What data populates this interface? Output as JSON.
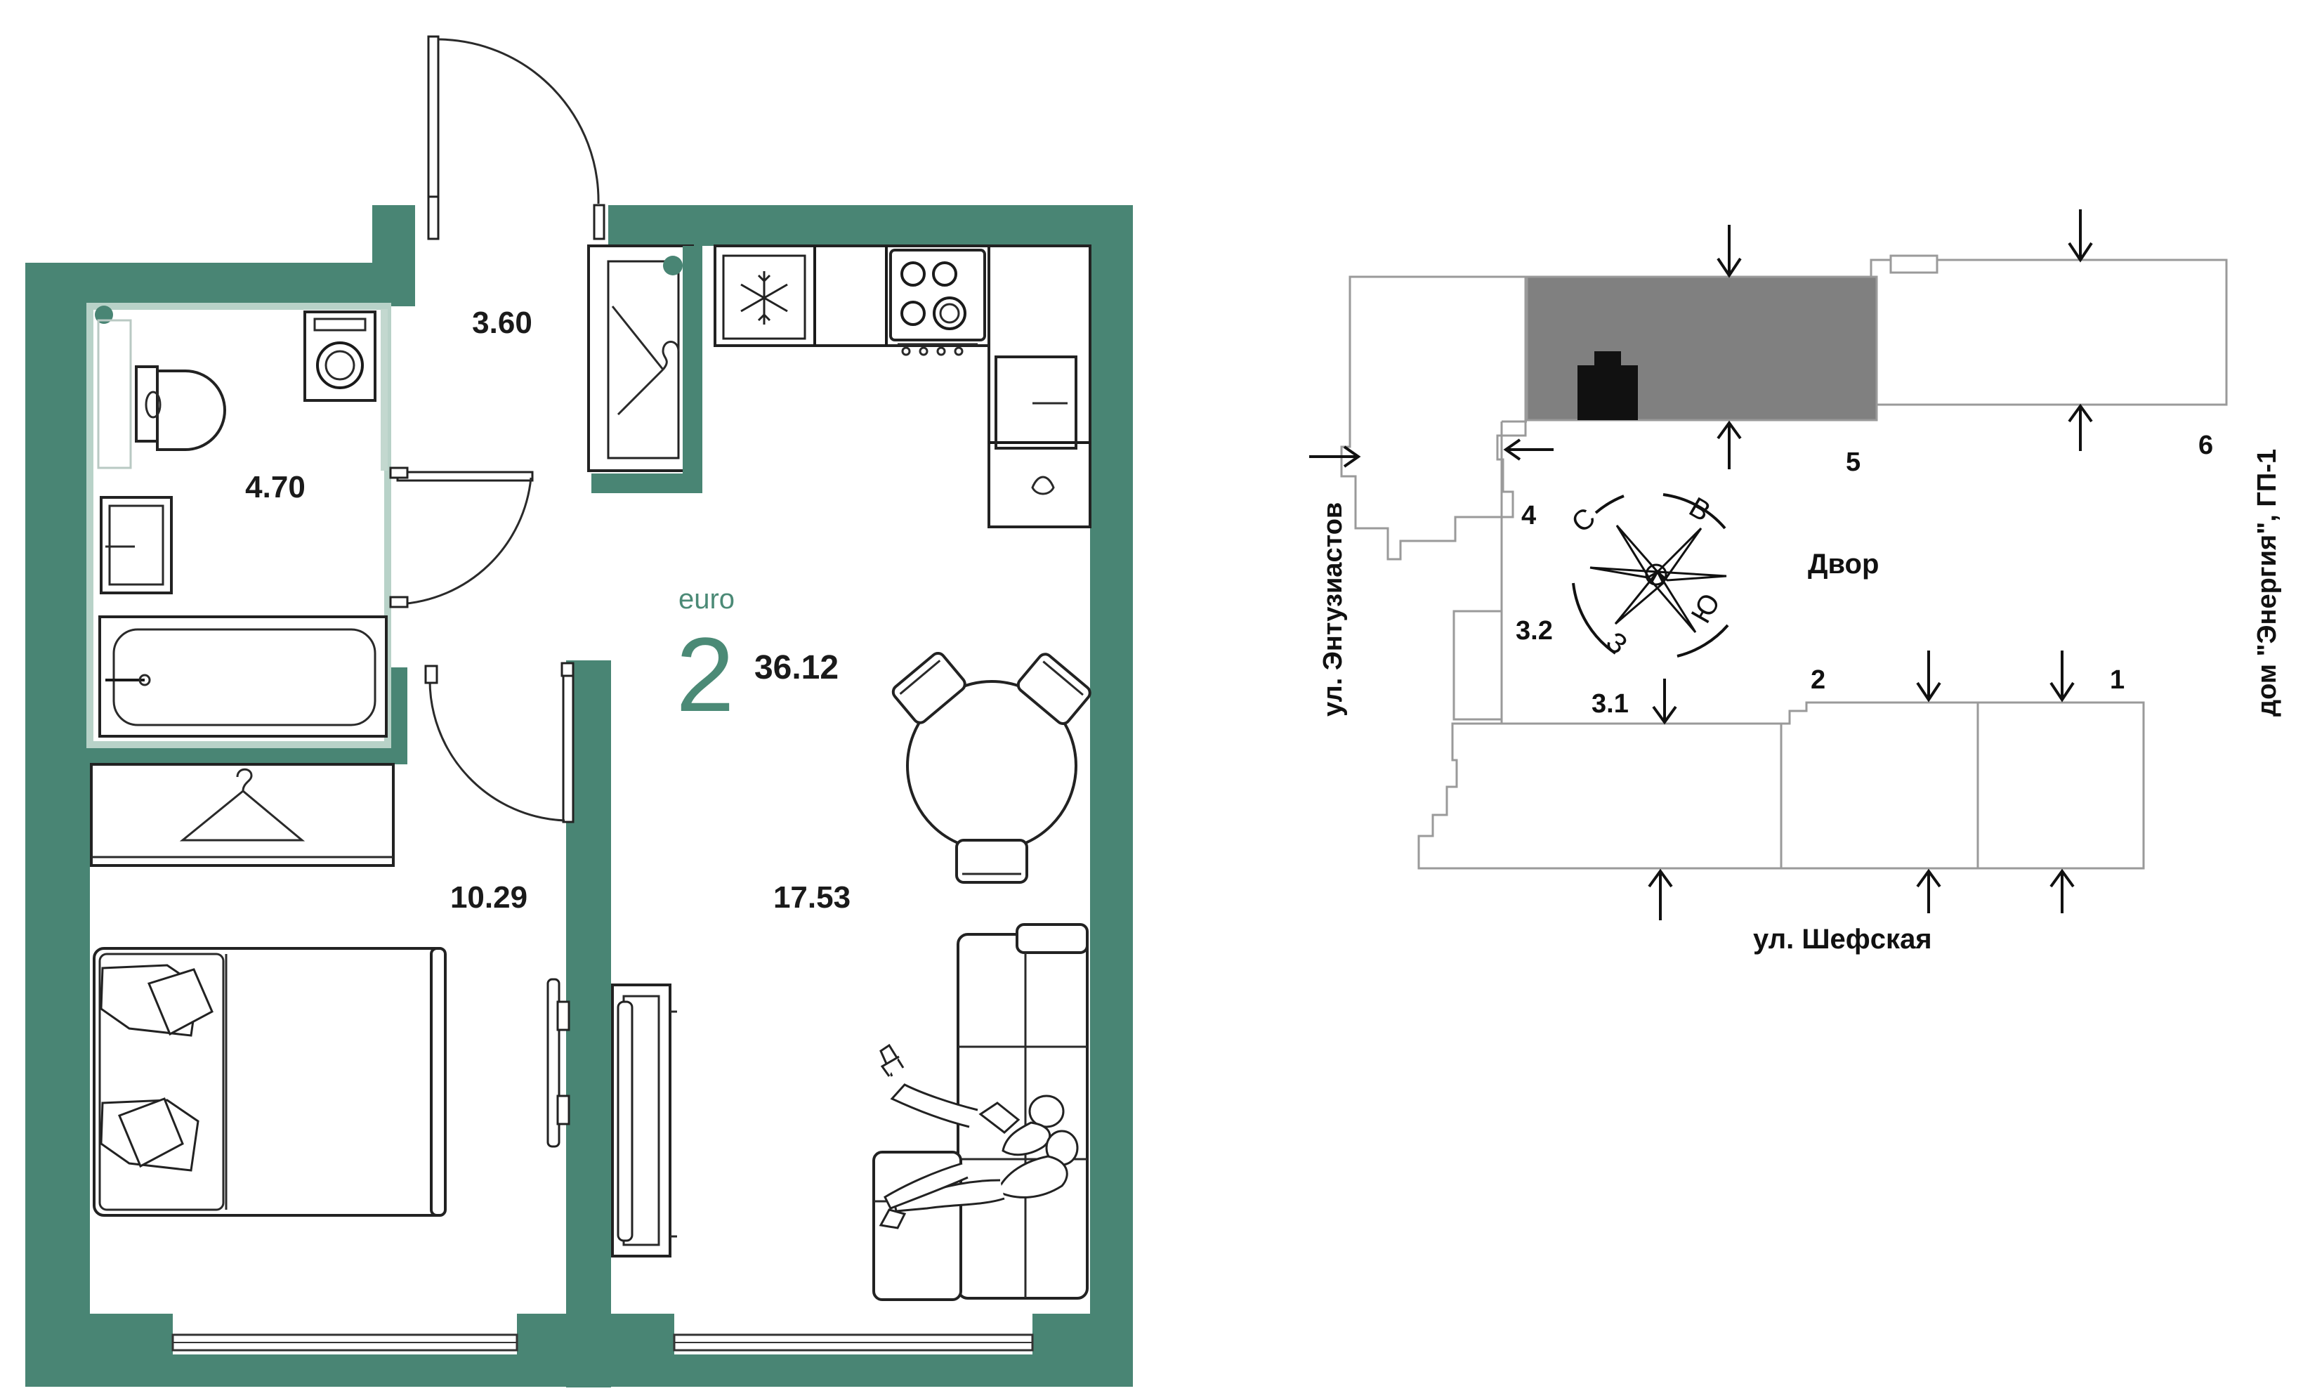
{
  "colors": {
    "wall": "#498574",
    "accent_text": "#4b8a76",
    "selected_section": "#808080",
    "ink": "#1a1a1a",
    "plot_outline": "#999999"
  },
  "apartment": {
    "type_label": "euro",
    "rooms": "2",
    "total_area": "36.12"
  },
  "rooms": {
    "hall": "3.60",
    "bathroom": "4.70",
    "bedroom": "10.29",
    "living_kitchen": "17.53"
  },
  "site_plan": {
    "street_west": "ул. Энтузиастов",
    "street_south": "ул. Шефская",
    "neighbour_building": "дом \"Энергия\", ГП-1",
    "yard": "Двор",
    "section_labels": [
      "5",
      "6",
      "4",
      "3.2",
      "3.1",
      "2",
      "1"
    ],
    "compass": {
      "north": "С",
      "east": "В",
      "south": "Ю",
      "west": "З"
    }
  },
  "icons": [
    "snowflake-icon",
    "hanger-icon",
    "washing-machine-icon",
    "toilet-icon",
    "stove-icon",
    "compass-icon",
    "entrance-arrow-icon",
    "apartment-marker-icon"
  ]
}
